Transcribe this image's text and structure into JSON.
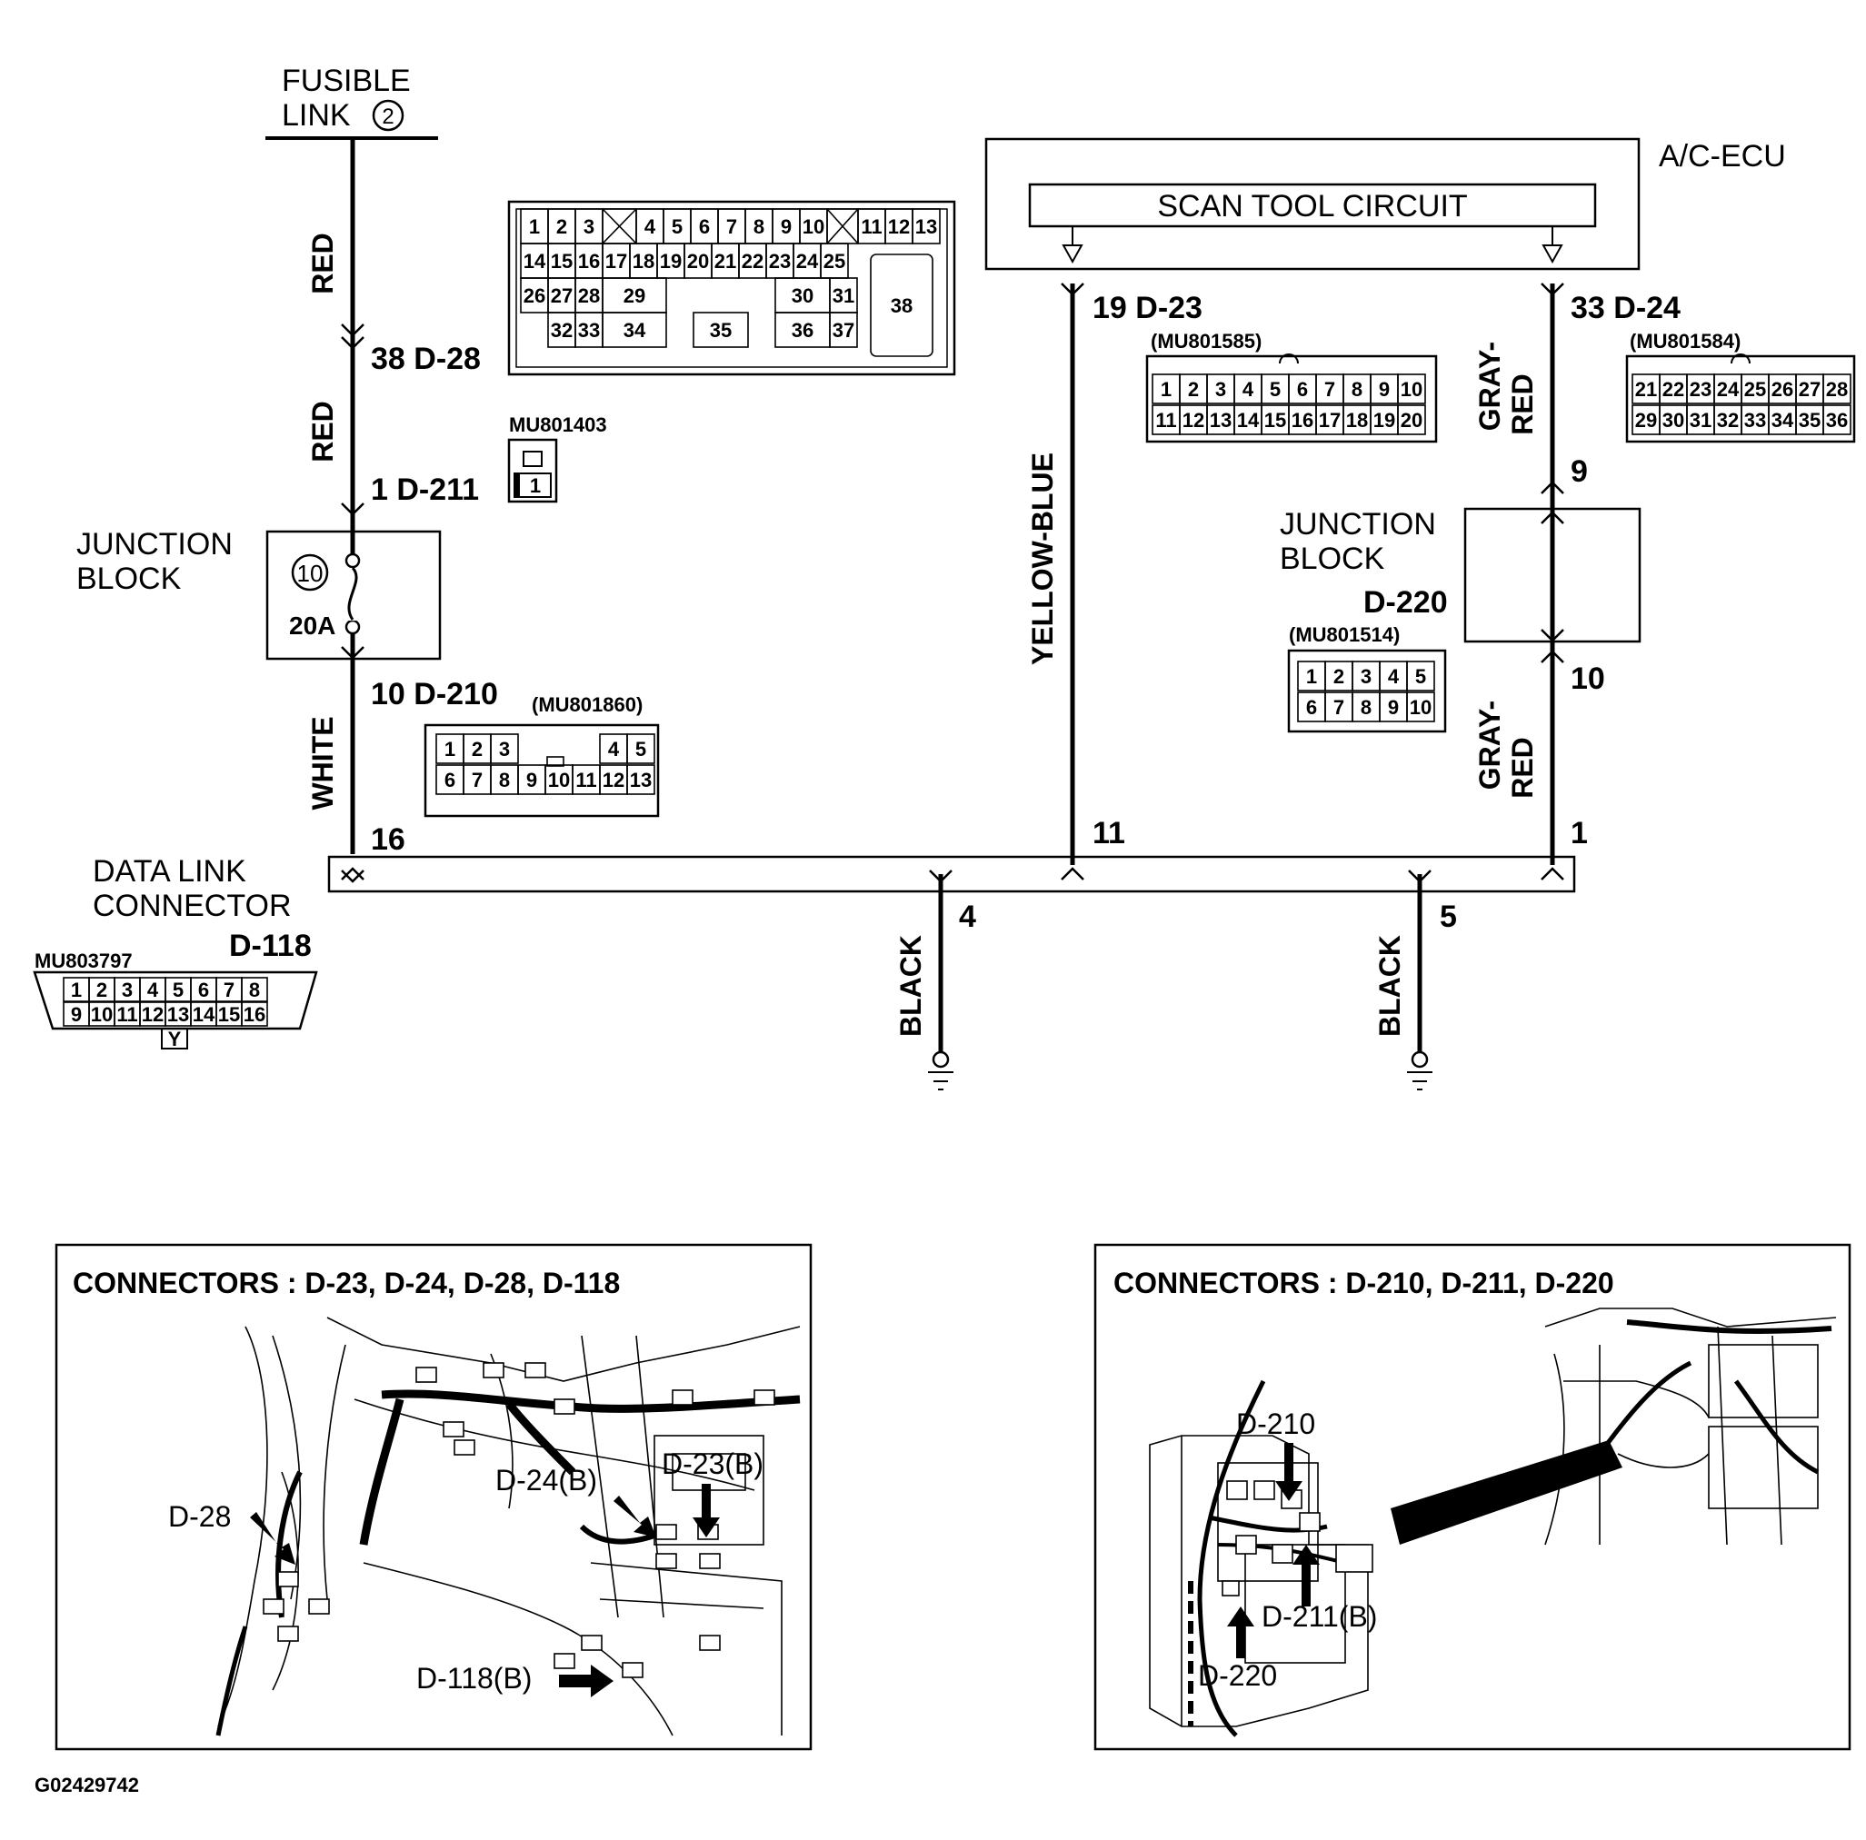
{
  "labels": {
    "fusible_link_line1": "FUSIBLE",
    "fusible_link_line2": "LINK",
    "fusible_link_num": "2",
    "ac_ecu": "A/C-ECU",
    "scan_tool_circuit": "SCAN TOOL CIRCUIT",
    "junction_block_left_1": "JUNCTION",
    "junction_block_left_2": "BLOCK",
    "fuse_num": "10",
    "fuse_amp": "20A",
    "junction_block_right_1": "JUNCTION",
    "junction_block_right_2": "BLOCK",
    "junction_block_right_conn": "D-220",
    "dlc_1": "DATA LINK",
    "dlc_2": "CONNECTOR",
    "dlc_conn": "D-118",
    "figure_id": "G02429742"
  },
  "wires": {
    "red_top": "RED",
    "red_mid": "RED",
    "white": "WHITE",
    "yellow_blue": "YELLOW-BLUE",
    "gray_red_top_1": "GRAY-",
    "gray_red_top_2": "RED",
    "gray_red_bot_1": "GRAY-",
    "gray_red_bot_2": "RED",
    "black_left": "BLACK",
    "black_right": "BLACK"
  },
  "pins": {
    "d28": "38  D-28",
    "d211": "1  D-211",
    "d210": "10  D-210",
    "dlc16": "16",
    "d23": "19  D-23",
    "d24": "33  D-24",
    "jb9": "9",
    "jb10": "10",
    "dlc11": "11",
    "dlc1": "1",
    "dlc4": "4",
    "dlc5": "5"
  },
  "part_numbers": {
    "d211": "MU801403",
    "d210": "(MU801860)",
    "d23": "(MU801585)",
    "d24": "(MU801584)",
    "d220": "(MU801514)",
    "d118": "MU803797"
  },
  "connectors": {
    "d28_row1": [
      "1",
      "2",
      "3",
      "4",
      "5",
      "6",
      "7",
      "8",
      "9",
      "10",
      "11",
      "12",
      "13"
    ],
    "d28_row2": [
      "14",
      "15",
      "16",
      "17",
      "18",
      "19",
      "20",
      "21",
      "22",
      "23",
      "24",
      "25"
    ],
    "d28_row3": [
      "26",
      "27",
      "28",
      "29",
      "30",
      "31"
    ],
    "d28_row4": [
      "32",
      "33",
      "34",
      "35",
      "36",
      "37"
    ],
    "d28_big": "38",
    "d211_pin": "1",
    "d210_row1": [
      "1",
      "2",
      "3",
      "4",
      "5"
    ],
    "d210_row2": [
      "6",
      "7",
      "8",
      "9",
      "10",
      "11",
      "12",
      "13"
    ],
    "d23_row1": [
      "1",
      "2",
      "3",
      "4",
      "5",
      "6",
      "7",
      "8",
      "9",
      "10"
    ],
    "d23_row2": [
      "11",
      "12",
      "13",
      "14",
      "15",
      "16",
      "17",
      "18",
      "19",
      "20"
    ],
    "d24_row1": [
      "21",
      "22",
      "23",
      "24",
      "25",
      "26",
      "27",
      "28"
    ],
    "d24_row2": [
      "29",
      "30",
      "31",
      "32",
      "33",
      "34",
      "35",
      "36"
    ],
    "d220_row1": [
      "1",
      "2",
      "3",
      "4",
      "5"
    ],
    "d220_row2": [
      "6",
      "7",
      "8",
      "9",
      "10"
    ],
    "d118_row1": [
      "1",
      "2",
      "3",
      "4",
      "5",
      "6",
      "7",
      "8"
    ],
    "d118_row2": [
      "9",
      "10",
      "11",
      "12",
      "13",
      "14",
      "15",
      "16"
    ],
    "d118_key": "Y"
  },
  "inset_left": {
    "title": "CONNECTORS : D-23, D-24, D-28, D-118",
    "d28": "D-28",
    "d24": "D-24(B)",
    "d23": "D-23(B)",
    "d118": "D-118(B)"
  },
  "inset_right": {
    "title": "CONNECTORS : D-210, D-211, D-220",
    "d210": "D-210",
    "d211": "D-211(B)",
    "d220": "D-220"
  }
}
